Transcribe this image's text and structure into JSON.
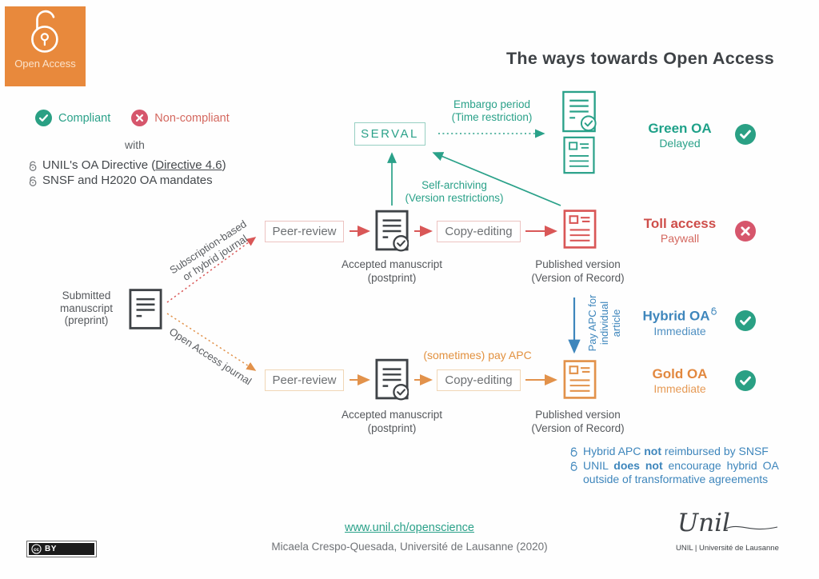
{
  "badge": {
    "label": "Open Access"
  },
  "title": "The ways towards Open Access",
  "legend": {
    "compliant": "Compliant",
    "non_compliant": "Non-compliant",
    "with_label": "with",
    "mandate1_pre": "UNIL's OA Directive (",
    "mandate1_link": "Directive 4.6",
    "mandate1_post": ")",
    "mandate2": "SNSF and H2020 OA mandates"
  },
  "serval": {
    "label": "SERVAL"
  },
  "labels": {
    "embargo1": "Embargo period",
    "embargo2": "(Time restriction)",
    "self_archiving1": "Self-archiving",
    "self_archiving2": "(Version restrictions)",
    "route_subscription1": "Subscription-based",
    "route_subscription2": "or hybrid journal",
    "route_oa": "Open Access journal",
    "sometimes_apc": "(sometimes) pay APC",
    "pay_apc1": "Pay APC for",
    "pay_apc2": "individual",
    "pay_apc3": "article"
  },
  "flow": {
    "submitted1": "Submitted",
    "submitted2": "manuscript",
    "submitted3": "(preprint)",
    "top": {
      "peer": "Peer-review",
      "copy": "Copy-editing",
      "accepted1": "Accepted manuscript",
      "accepted2": "(postprint)",
      "published1": "Published version",
      "published2": "(Version of Record)"
    },
    "bottom": {
      "peer": "Peer-review",
      "copy": "Copy-editing",
      "accepted1": "Accepted manuscript",
      "accepted2": "(postprint)",
      "published1": "Published version",
      "published2": "(Version of Record)"
    }
  },
  "outcomes": [
    {
      "name": "Green OA",
      "sub": "Delayed",
      "status": "check"
    },
    {
      "name": "Toll access",
      "sub": "Paywall",
      "status": "cross"
    },
    {
      "name": "Hybrid OA",
      "sub": "Immediate",
      "status": "check"
    },
    {
      "name": "Gold OA",
      "sub": "Immediate",
      "status": "check"
    }
  ],
  "notes": {
    "line1_pre": "Hybrid APC ",
    "line1_bold": "not",
    "line1_post": " reimbursed by SNSF",
    "line2_pre": "UNIL ",
    "line2_bold": "does not",
    "line2_post": " encourage hybrid OA",
    "line3": "outside of transformative agreements"
  },
  "footer": {
    "url": "www.unil.ch/openscience",
    "credit": "Micaela Crespo-Quesada, Université de Lausanne (2020)",
    "license_cc": "cc",
    "license": "BY",
    "logo_script": "Unil",
    "logo_sub": "UNIL | Université de Lausanne"
  },
  "colors": {
    "teal": "#2aa189",
    "red": "#d95757",
    "orange": "#e2924b",
    "blue": "#3e86bc",
    "badge_orange": "#e8893c",
    "check_green": "#2aa084",
    "cross_red": "#d6566c",
    "dark": "#3f4347"
  }
}
